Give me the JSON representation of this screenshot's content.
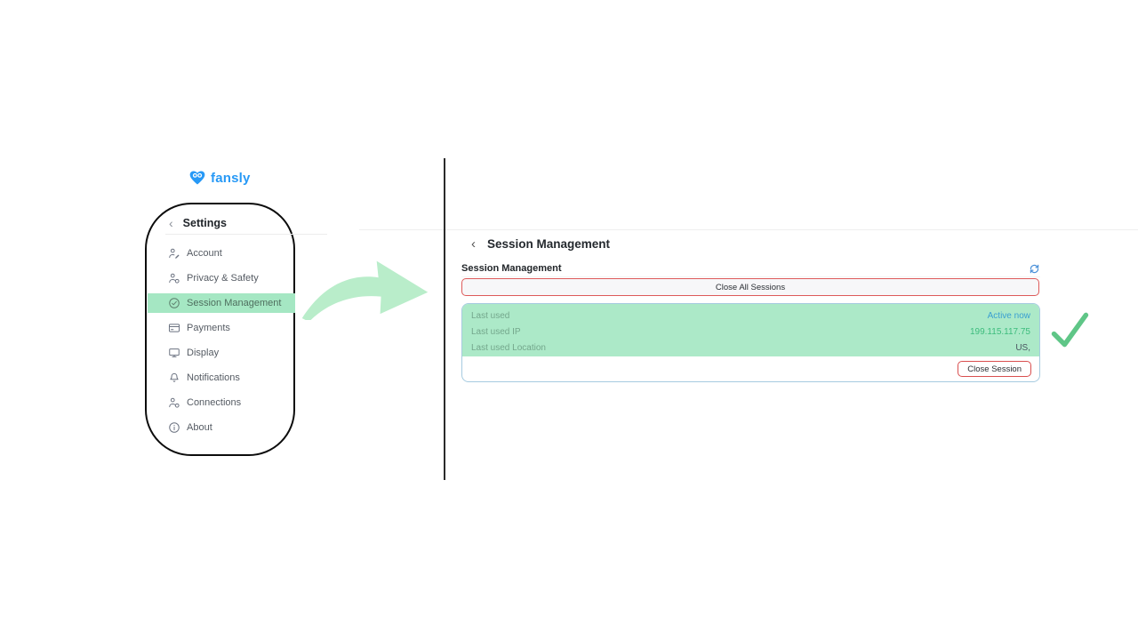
{
  "logo": {
    "brand": "fansly",
    "color": "#2799f6",
    "icon": "fansly-heart-icon"
  },
  "sidebar": {
    "header": {
      "back_icon": "‹",
      "title": "Settings"
    },
    "active_bg": "#a5e7c3",
    "items": [
      {
        "label": "Account",
        "icon": "person-edit-icon",
        "active": false
      },
      {
        "label": "Privacy & Safety",
        "icon": "person-shield-icon",
        "active": false
      },
      {
        "label": "Session Management",
        "icon": "check-circle-icon",
        "active": true
      },
      {
        "label": "Payments",
        "icon": "credit-card-icon",
        "active": false
      },
      {
        "label": "Display",
        "icon": "monitor-icon",
        "active": false
      },
      {
        "label": "Notifications",
        "icon": "bell-icon",
        "active": false
      },
      {
        "label": "Connections",
        "icon": "person-add-icon",
        "active": false
      },
      {
        "label": "About",
        "icon": "info-icon",
        "active": false
      }
    ]
  },
  "main": {
    "back_icon": "‹",
    "title": "Session Management",
    "section_heading": "Session Management",
    "refresh_icon": "refresh-icon",
    "refresh_color": "#4a90d9",
    "close_all_label": "Close All Sessions",
    "session": {
      "rows": [
        {
          "label": "Last used",
          "value": "Active now",
          "value_color": "#3a9fd1"
        },
        {
          "label": "Last used IP",
          "value": "199.115.117.75",
          "value_color": "#3dbc7d"
        },
        {
          "label": "Last used Location",
          "value": "US,",
          "value_color": "#4a5560"
        }
      ],
      "close_session_label": "Close Session",
      "card_bg": "#ace9c8",
      "card_border": "#a6cbe0",
      "danger_border": "#dd5a5a"
    }
  },
  "annotations": {
    "outline": "sidebar-circled-outline",
    "arrow": "green-curved-arrow",
    "checkmark": "green-checkmark",
    "annotation_green": "#b9edca",
    "checkmark_green": "#5fc687"
  }
}
